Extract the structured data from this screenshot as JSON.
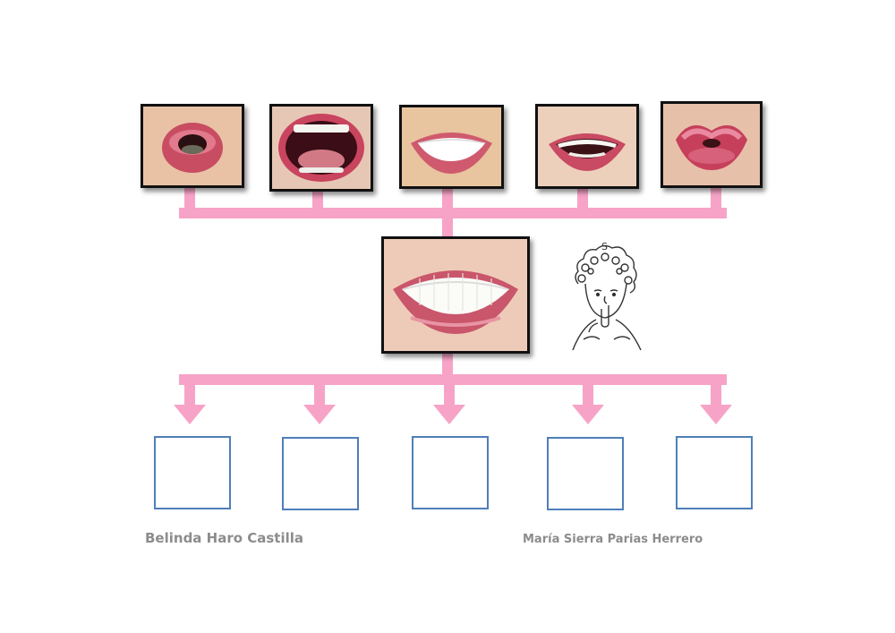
{
  "colors": {
    "connector": "#f7a3c7",
    "box_border": "#4f7fb8",
    "credit_text": "#8c8c8c",
    "photo_border": "#111111"
  },
  "mouth_photos": [
    {
      "icon": "rounded-lips-mouth-icon"
    },
    {
      "icon": "wide-open-mouth-icon"
    },
    {
      "icon": "smiling-teeth-mouth-icon"
    },
    {
      "icon": "half-open-smile-mouth-icon"
    },
    {
      "icon": "puckered-lips-mouth-icon"
    }
  ],
  "center_photo": {
    "icon": "teeth-smile-closeup-icon"
  },
  "illustration": {
    "icon": "girl-shush-gesture-icon",
    "caption": "S"
  },
  "answer_boxes": [
    {},
    {},
    {},
    {},
    {}
  ],
  "credits": {
    "left": "Belinda Haro Castilla",
    "right": "María Sierra Parias Herrero"
  }
}
